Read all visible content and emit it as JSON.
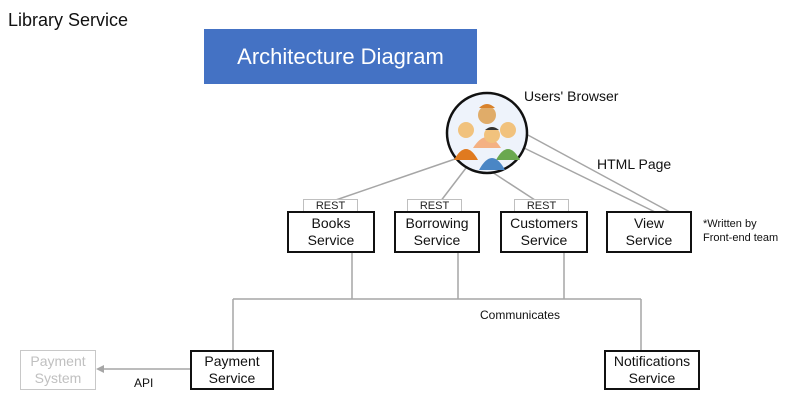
{
  "page_title": "Library Service",
  "banner": "Architecture Diagram",
  "users": {
    "label": "Users' Browser",
    "icon": "users-group-icon"
  },
  "html_page_label": "HTML Page",
  "rest_label": "REST",
  "services": {
    "books": "Books\nService",
    "borrowing": "Borrowing\nService",
    "customers": "Customers\nService",
    "view": "View\nService",
    "payment": "Payment\nService",
    "notifications": "Notifications\nService"
  },
  "payment_system": "Payment\nSystem",
  "view_note": "*Written by\nFront-end team",
  "communicates_label": "Communicates",
  "api_label": "API",
  "colors": {
    "banner": "#4472c4",
    "connector": "#a6a6a6"
  }
}
